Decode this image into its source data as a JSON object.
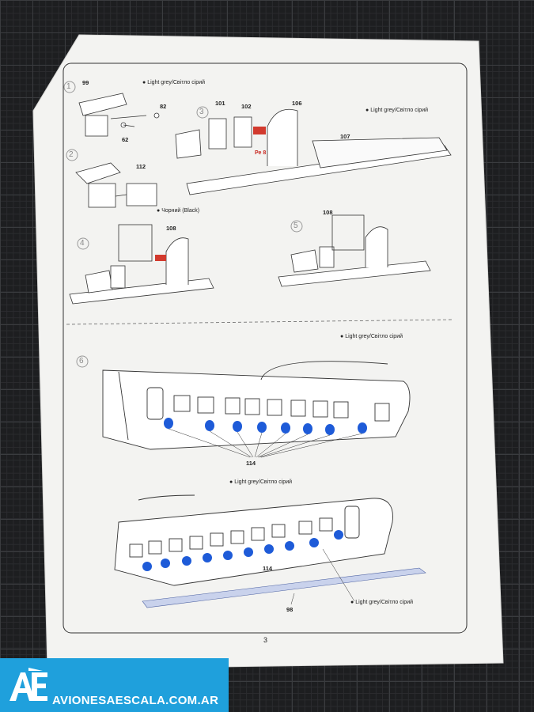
{
  "labels": {
    "light_grey": "Light grey/Світло сірий",
    "black": "Чорний (Black)",
    "pe8": "Ре 8"
  },
  "steps": [
    "1",
    "2",
    "3",
    "4",
    "5",
    "6"
  ],
  "parts": {
    "p99": "99",
    "p82": "82",
    "p62": "62",
    "p101": "101",
    "p102": "102",
    "p106": "106",
    "p107": "107",
    "p112": "112",
    "p108a": "108",
    "p108b": "108",
    "p114a": "114",
    "p114b": "114",
    "p98": "98"
  },
  "page_number": "3",
  "brand": {
    "logo": "AE",
    "name": "AVIONESAESCALA.COM.AR"
  },
  "colors": {
    "window_blue": "#1e5bd8",
    "accent_red": "#c8261f",
    "brand_blue": "#1fa0dc"
  }
}
